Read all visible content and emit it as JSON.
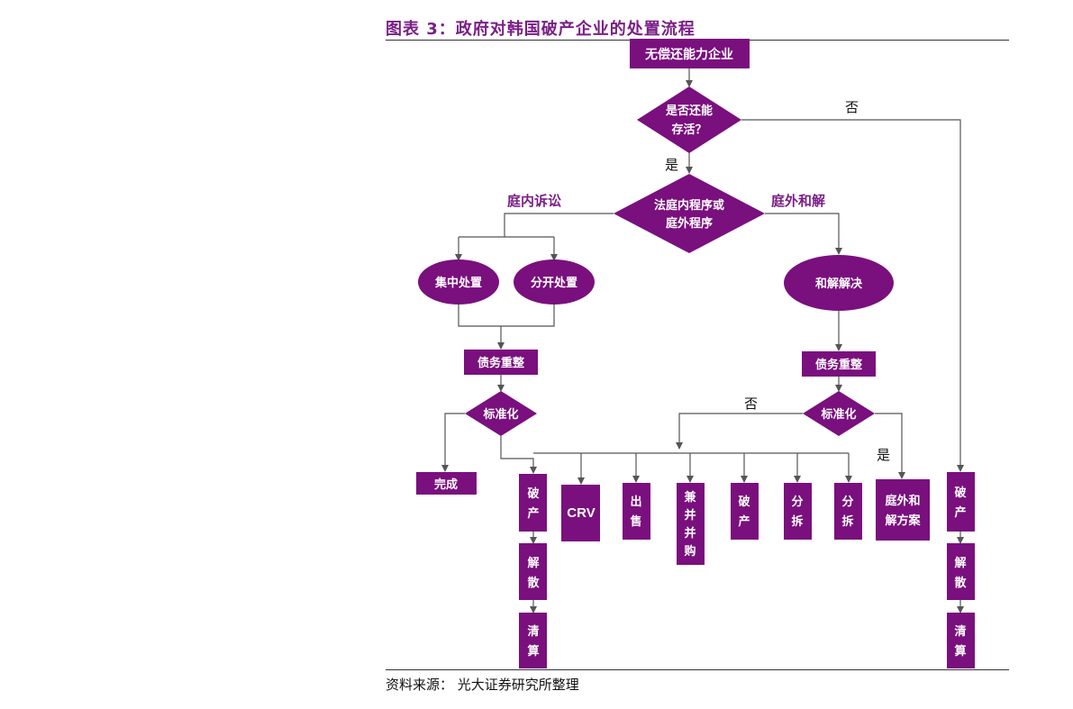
{
  "title": "图表 3：政府对韩国破产企业的处置流程",
  "source": "资料来源： 光大证券研究所整理",
  "colors": {
    "node_fill": "#7a0f7e",
    "node_text": "#ffffff",
    "title": "#7a1f86",
    "connector": "#555555"
  },
  "nodes": {
    "start": "无偿还能力企业",
    "d1": [
      "是否还能",
      "存活？"
    ],
    "d2": [
      "法庭内程序或",
      "庭外程序"
    ],
    "e1": "集中处置",
    "e2": "分开处置",
    "e3": "和解解决",
    "debt_left": "债务重整",
    "debt_right": "债务重整",
    "std_left": "标准化",
    "std_right": "标准化",
    "done": "完成",
    "crv": "CRV",
    "v_cols": {
      "bank_l": [
        "破",
        "产"
      ],
      "diss_l": [
        "解",
        "散"
      ],
      "clear_l": [
        "清",
        "算"
      ],
      "sale": [
        "出",
        "售"
      ],
      "merge": [
        "兼",
        "并",
        "并",
        "购"
      ],
      "bank_m": [
        "破",
        "产"
      ],
      "split1": [
        "分",
        "拆"
      ],
      "split2": [
        "分",
        "拆"
      ],
      "bank_r": [
        "破",
        "产"
      ],
      "diss_r": [
        "解",
        "散"
      ],
      "clear_r": [
        "清",
        "算"
      ]
    },
    "plan": [
      "庭外和",
      "解方案"
    ]
  },
  "labels": {
    "no1": "否",
    "yes1": "是",
    "court": "庭内诉讼",
    "outcourt": "庭外和解",
    "no2": "否",
    "yes2": "是"
  }
}
